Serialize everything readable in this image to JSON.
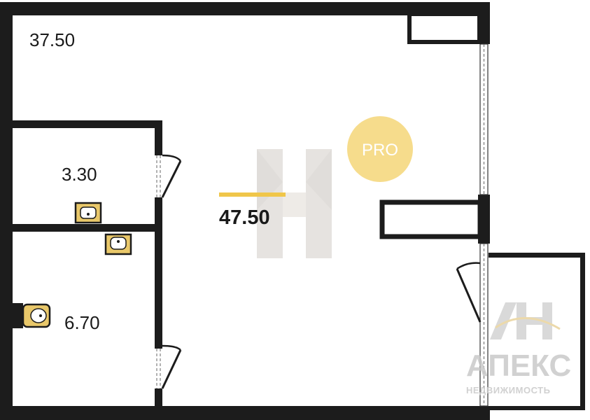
{
  "plan": {
    "total_area": "47.50",
    "rooms": {
      "main": "37.50",
      "kitchen": "3.30",
      "bath": "6.70"
    }
  },
  "badge": {
    "label": "PRO",
    "color": "#f6dc8c"
  },
  "watermark": {
    "logo_text": "АПЕКС",
    "subtitle": "НЕДВИЖИМОСТЬ"
  },
  "colors": {
    "wall": "#1c1c1c",
    "accent": "#f0c64a",
    "fixture": "#e9c86a"
  }
}
